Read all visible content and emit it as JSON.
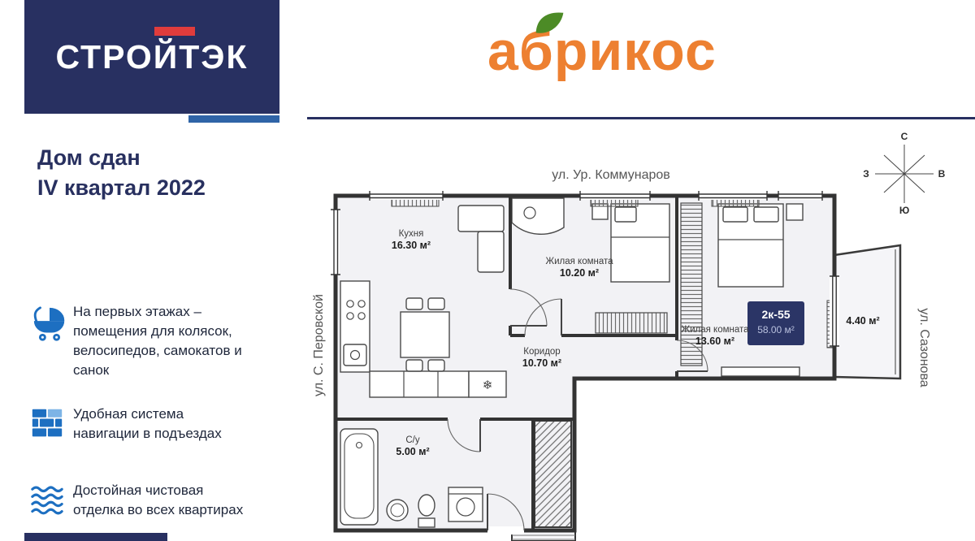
{
  "logos": {
    "stroytek": "СТРОЙТЭК",
    "abrikos": "абрикос"
  },
  "sidebar": {
    "title_line1": "Дом сдан",
    "title_line2": "IV квартал 2022",
    "features": [
      {
        "icon": "stroller-icon",
        "text": "На первых этажах – помещения для колясок, велосипедов, самокатов и санок"
      },
      {
        "icon": "bricks-icon",
        "text": "Удобная система навигации в подъездах"
      },
      {
        "icon": "waves-icon",
        "text": "Достойная чистовая отделка во всех квартирах"
      }
    ]
  },
  "floorplan": {
    "streets": {
      "top": "ул. Ур. Коммунаров",
      "left": "ул. С. Перовской",
      "right": "ул. Сазонова"
    },
    "compass": {
      "north": "С",
      "south": "Ю",
      "west": "З",
      "east": "В"
    },
    "rooms": [
      {
        "name": "Кухня",
        "area": "16.30 м²"
      },
      {
        "name": "Жилая комната",
        "area": "10.20 м²"
      },
      {
        "name": "Жилая комната",
        "area": "13.60 м²"
      },
      {
        "name": "Коридор",
        "area": "10.70 м²"
      },
      {
        "name": "С/у",
        "area": "5.00 м²"
      }
    ],
    "balcony_area": "4.40 м²",
    "badge": {
      "unit": "2к-55",
      "area": "58.00 м²"
    },
    "symbols": {
      "snowflake": "❄"
    }
  },
  "colors": {
    "navy": "#283061",
    "red": "#E03C3C",
    "orange": "#ED8031",
    "green": "#4C8B26",
    "blue": "#1D6FC1"
  }
}
